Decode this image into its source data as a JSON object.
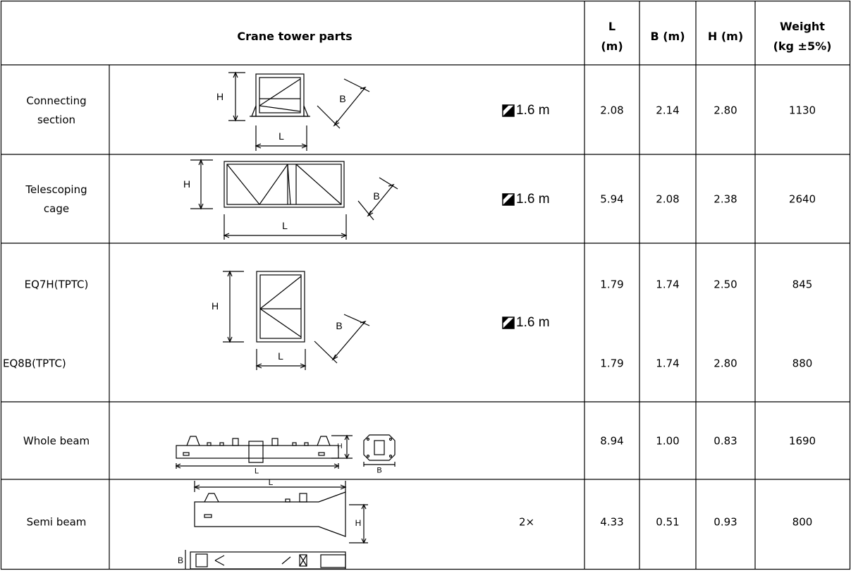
{
  "header": {
    "parts": "Crane tower parts",
    "L_line1": "L",
    "L_line2": "(m)",
    "B": "B (m)",
    "H": "H (m)",
    "weight_line1": "Weight",
    "weight_line2": "(kg ±5%)"
  },
  "dim_labels": {
    "L": "L",
    "B": "B",
    "H": "H"
  },
  "rows": [
    {
      "name_line1": "Connecting",
      "name_line2": "section",
      "section": "1.6 m",
      "L": "2.08",
      "B": "2.14",
      "H": "2.80",
      "weight": "1130"
    },
    {
      "name_line1": "Telescoping",
      "name_line2": "cage",
      "section": "1.6 m",
      "L": "5.94",
      "B": "2.08",
      "H": "2.38",
      "weight": "2640"
    },
    {
      "name": "EQ7H(TPTC)",
      "L": "1.79",
      "B": "1.74",
      "H": "2.50",
      "weight": "845"
    },
    {
      "name": "EQ8B(TPTC)",
      "L": "1.79",
      "B": "1.74",
      "H": "2.80",
      "weight": "880"
    },
    {
      "name": "Whole beam",
      "L": "8.94",
      "B": "1.00",
      "H": "0.83",
      "weight": "1690"
    },
    {
      "name": "Semi beam",
      "qty": "2×",
      "L": "4.33",
      "B": "0.51",
      "H": "0.93",
      "weight": "800"
    }
  ],
  "mast_section": "1.6 m"
}
